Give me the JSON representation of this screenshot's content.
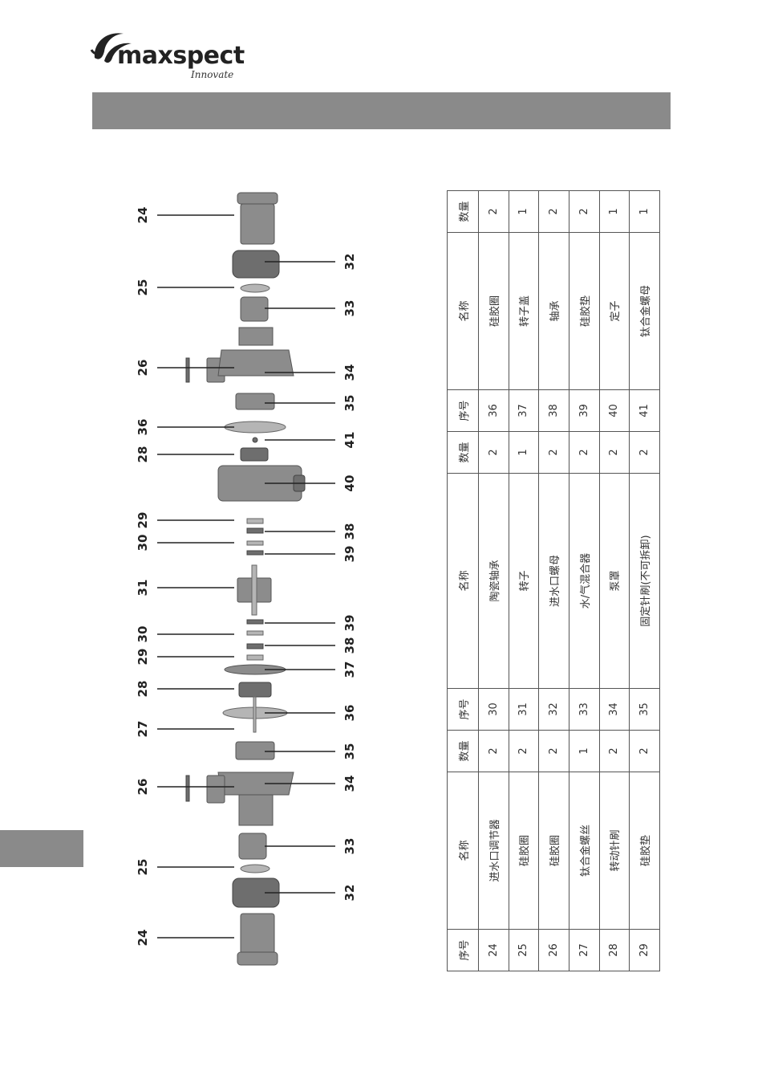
{
  "brand": {
    "name": "maxspect",
    "tagline": "Innovate"
  },
  "callouts": {
    "left": [
      "24",
      "25",
      "26",
      "36",
      "28",
      "29",
      "30",
      "31",
      "30",
      "29",
      "28",
      "27",
      "26",
      "25",
      "24"
    ],
    "right": [
      "32",
      "33",
      "34",
      "35",
      "41",
      "40",
      "38",
      "39",
      "39",
      "38",
      "37",
      "36",
      "35",
      "34",
      "33",
      "32"
    ]
  },
  "table": {
    "headers": {
      "no": "序号",
      "name": "名称",
      "qty": "数量"
    },
    "groups": [
      [
        {
          "no": "24",
          "name": "进水口调节器",
          "qty": "2"
        },
        {
          "no": "25",
          "name": "硅胶圈",
          "qty": "2"
        },
        {
          "no": "26",
          "name": "硅胶圈",
          "qty": "2"
        },
        {
          "no": "27",
          "name": "钛合金螺丝",
          "qty": "1"
        },
        {
          "no": "28",
          "name": "转动针刷",
          "qty": "2"
        },
        {
          "no": "29",
          "name": "硅胶垫",
          "qty": "2"
        }
      ],
      [
        {
          "no": "30",
          "name": "陶瓷轴承",
          "qty": "2"
        },
        {
          "no": "31",
          "name": "转子",
          "qty": "1"
        },
        {
          "no": "32",
          "name": "进水口螺母",
          "qty": "2"
        },
        {
          "no": "33",
          "name": "水/气混合器",
          "qty": "2"
        },
        {
          "no": "34",
          "name": "泵罩",
          "qty": "2"
        },
        {
          "no": "35",
          "name": "固定针刷(不可拆卸)",
          "qty": "2"
        }
      ],
      [
        {
          "no": "36",
          "name": "硅胶圈",
          "qty": "2"
        },
        {
          "no": "37",
          "name": "转子盖",
          "qty": "1"
        },
        {
          "no": "38",
          "name": "轴承",
          "qty": "2"
        },
        {
          "no": "39",
          "name": "硅胶垫",
          "qty": "2"
        },
        {
          "no": "40",
          "name": "定子",
          "qty": "1"
        },
        {
          "no": "41",
          "name": "钛合金螺母",
          "qty": "1"
        }
      ]
    ]
  }
}
